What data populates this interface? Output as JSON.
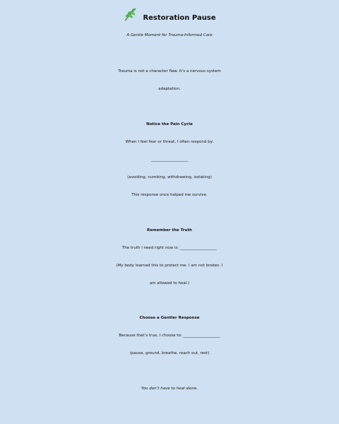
{
  "title": {
    "icon": "herb-icon",
    "text": "Restoration Pause",
    "subtitle": "A Gentle Moment for Trauma-Informed Care"
  },
  "intro": {
    "line1": "Trauma is not a character flaw. It’s a nervous system",
    "line2": "adaptation."
  },
  "pain_cycle": {
    "heading": "Notice the Pain Cycle",
    "prompt": "When I feel fear or threat, I often respond by:",
    "blank": "___________________",
    "examples": "(avoiding, numbing, withdrawing, isolating)",
    "note": "This response once helped me survive."
  },
  "truth": {
    "heading": "Remember the Truth",
    "prompt": "The truth I need right now is: ___________________",
    "note_line1": "(My body learned this to protect me. I am not broken. I",
    "note_line2": "am allowed to heal.)"
  },
  "response": {
    "heading": "Choose a Gentler Response",
    "prompt": "Because that’s true, I choose to: ___________________",
    "examples": "(pause, ground, breathe, reach out, rest)"
  },
  "closing": "You don’t have to heal alone."
}
